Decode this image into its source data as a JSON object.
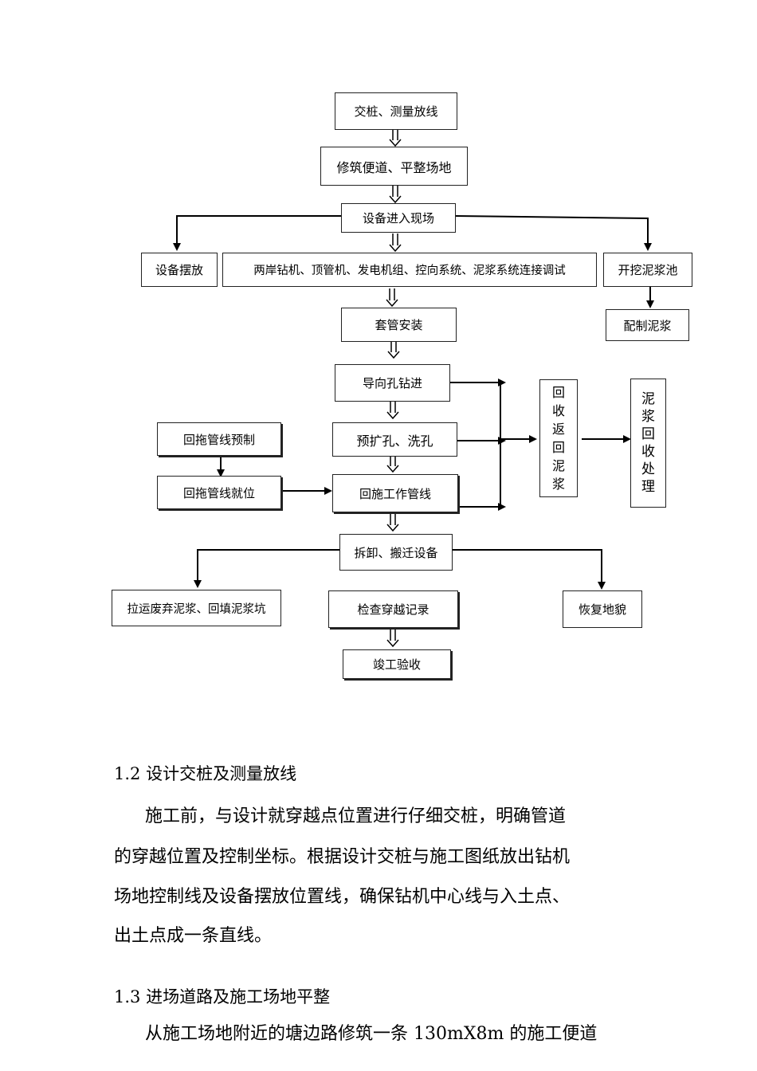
{
  "flowchart": {
    "steps": {
      "jiaozhuang": "交桩、测量放线",
      "xiuzhu": "修筑便道、平整场地",
      "shebei_jinru": "设备进入现场",
      "shebei_baifang": "设备摆放",
      "zuanji_tiaoshi": "两岸钻机、顶管机、发电机组、控向系统、泥浆系统连接调试",
      "kaiwa": "开挖泥浆池",
      "peizhi": "配制泥浆",
      "taoguan": "套管安装",
      "daoxiang": "导向孔钻进",
      "yukuo": "预扩孔、洗孔",
      "huituo_yuzhi": "回拖管线预制",
      "huituo_jiuwei": "回拖管线就位",
      "huishi": "回施工作管线",
      "huishou": [
        "回",
        "收",
        "返",
        "回",
        "泥",
        "浆"
      ],
      "chuli": [
        "泥",
        "浆",
        "回",
        "收",
        "处",
        "理"
      ],
      "chaixie": "拆卸、搬迁设备",
      "layun": "拉运废弃泥浆、回填泥浆坑",
      "jiancha": "检查穿越记录",
      "huifu": "恢复地貌",
      "jungong": "竣工验收"
    }
  },
  "section_1_2": {
    "heading": "1.2 设计交桩及测量放线",
    "lines": [
      "施工前，与设计就穿越点位置进行仔细交桩，明确管道",
      "的穿越位置及控制坐标。根据设计交桩与施工图纸放出钻机",
      "场地控制线及设备摆放位置线，确保钻机中心线与入土点、",
      "出土点成一条直线。"
    ]
  },
  "section_1_3": {
    "heading": "1.3 进场道路及施工场地平整",
    "lines": [
      "从施工场地附近的塘边路修筑一条 130mX8m 的施工便道"
    ]
  }
}
